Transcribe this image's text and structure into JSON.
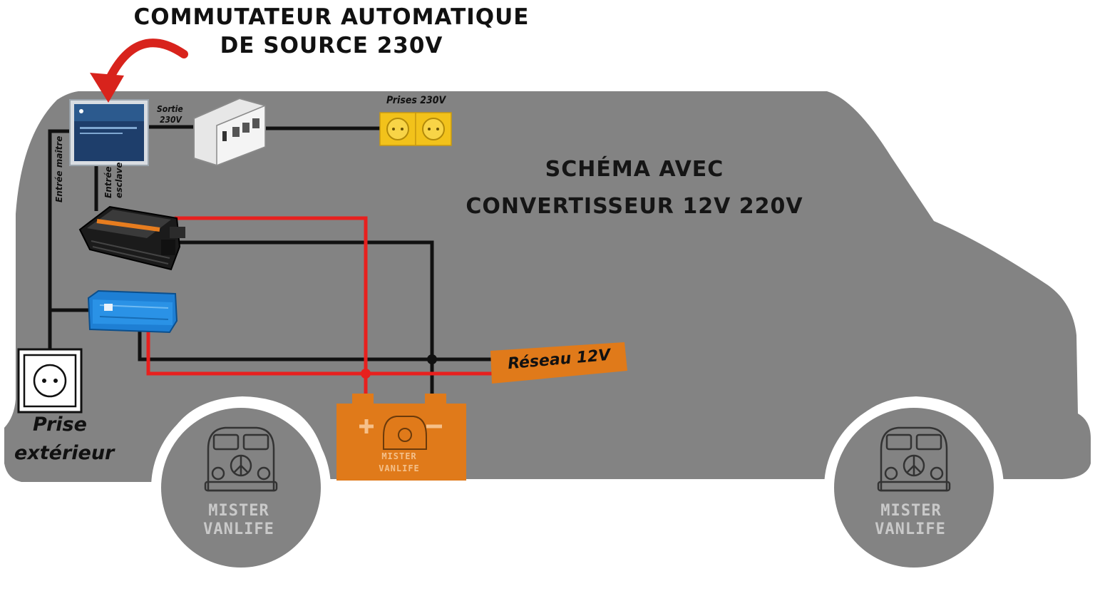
{
  "title": {
    "line1": "COMMUTATEUR AUTOMATIQUE",
    "line2": "DE SOURCE 230V"
  },
  "schema_title": {
    "line1": "SCHÉMA AVEC",
    "line2": "CONVERTISSEUR 12V 220V"
  },
  "labels": {
    "sortie_line1": "Sortie",
    "sortie_line2": "230V",
    "prises": "Prises 230V",
    "entree_maitre": "Entrée maître",
    "entree_esclave_line1": "Entrée",
    "entree_esclave_line2": "esclave",
    "prise_ext_line1": "Prise",
    "prise_ext_line2": "extérieur",
    "reseau": "Réseau 12V",
    "battery_plus": "+",
    "battery_minus": "−"
  },
  "branding": {
    "line1": "MISTER",
    "line2": "VANLIFE"
  },
  "colors": {
    "van_body": "#838383",
    "positive_wire": "#e8201e",
    "negative_wire": "#111111",
    "battery": "#e07a1a",
    "socket": "#f2c21b",
    "arrow": "#d8231c"
  },
  "icons": {
    "switch": "ats-switch-icon",
    "distribution": "breaker-box-icon",
    "inverter": "inverter-icon",
    "charger": "battery-charger-icon",
    "battery": "battery-icon",
    "outlet": "outlet-icon",
    "van": "vw-van-icon"
  }
}
